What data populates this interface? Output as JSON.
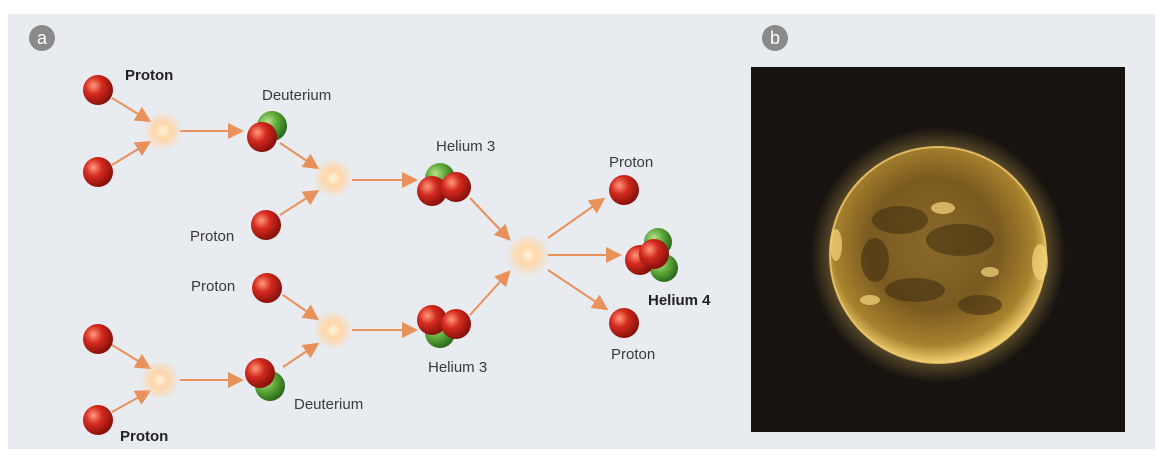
{
  "panels": {
    "a": {
      "badge": "a"
    },
    "b": {
      "badge": "b"
    }
  },
  "labels": {
    "proton_top_bold": "Proton",
    "deuterium_top": "Deuterium",
    "proton_mid_upper": "Proton",
    "helium3_top": "Helium 3",
    "proton_mid_lower": "Proton",
    "helium3_bottom": "Helium 3",
    "deuterium_bottom": "Deuterium",
    "proton_bottom_bold": "Proton",
    "proton_out_top": "Proton",
    "helium4": "Helium 4",
    "proton_out_bottom": "Proton"
  },
  "colors": {
    "proton": "#d42a1f",
    "neutron": "#5daa3a",
    "arrow": "#e8915a",
    "fusion_glow": "#ffc890",
    "background": "#e8ebf0",
    "badge": "#8a8a8a",
    "sun_background": "#161310"
  }
}
